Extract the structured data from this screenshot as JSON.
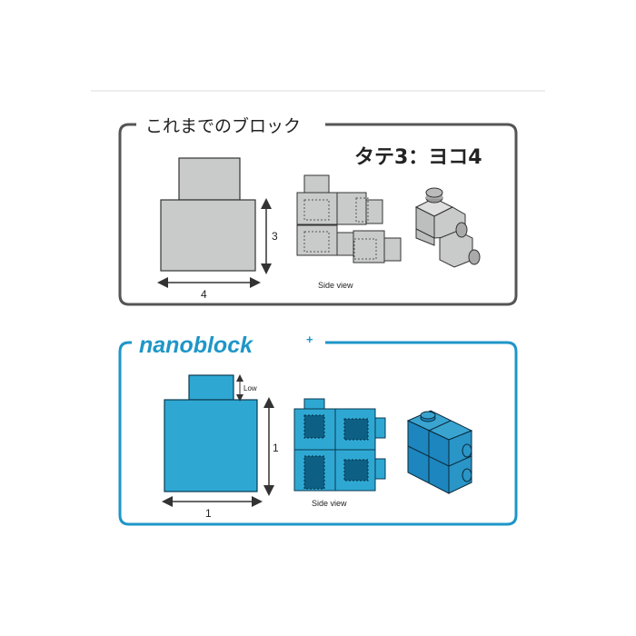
{
  "colors": {
    "old_frame": "#555555",
    "old_block": "#c9cbca",
    "nano_frame": "#1e96c8",
    "nano_block": "#2ea8d3",
    "nano_dark": "#0d5f84",
    "divider": "#dddddd"
  },
  "old_panel": {
    "title": "これまでのブロック",
    "ratio": "タテ3：ヨコ4",
    "height_label": "3",
    "width_label": "4",
    "side_view_label": "Side view"
  },
  "nano_panel": {
    "logo": "nanoblock",
    "logo_plus": "+",
    "low_label": "Low",
    "height_label": "1",
    "width_label": "1",
    "side_view_label": "Side view"
  }
}
